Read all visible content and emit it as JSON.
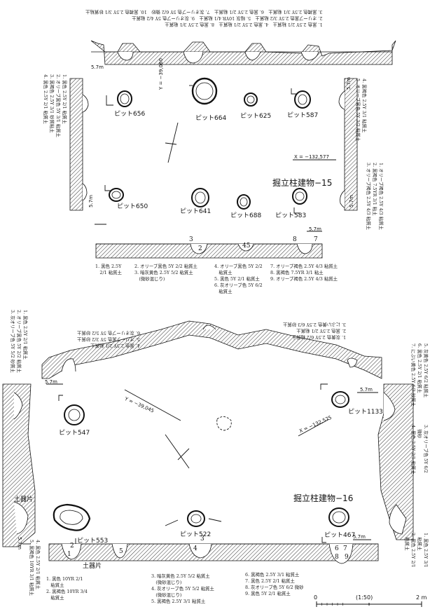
{
  "figure": {
    "building_15": {
      "title": "掘立柱建物−15",
      "pits": [
        "ピット656",
        "ピット664",
        "ピット625",
        "ピット587",
        "ピット650",
        "ピット641",
        "ピット688",
        "ピット583"
      ],
      "coord_y": "Y = −39,060",
      "coord_x": "X = −132,577",
      "elevations": [
        "5.7m",
        "5.7m",
        "5.7m",
        "5.7m",
        "5.7m"
      ],
      "top_notes": "1. 黒色 2.5Y 2/1 粘質土　4. 黒色 2.5Y 2/1 粘質土　8. 黒色 2.5Y 3/1 粘質土\n2. オリーブ黒色 2.5Y 3/2 粘質土　5. 暗灰 10YR 4/1 粘質土　9. 灰オリーブ色 5Y 4/2 粘質土\n3. 黒褐色 2.5Y 3/1 粘質土　6. 黒色 2.5Y 2/1 粘質土　7. 灰オリーブ色 5Y 6/2 微砂　10. 黒褐色 2.5Y 3/1 砂質粘土",
      "left_notes": "1. 黒色 2.5Y 2/1 粘質土\n2. オリーブ黒色 5Y 3/1 粘質土\n3. 黒褐色 2.5Y 3/1 砂質粘土\n4. 黒色 2.5Y 2/1 粘質土",
      "right_notes_top": "4. 黒褐色 2.5Y 3/1 粘質土\n5. オリーブ黒色 5Y 3/2 粘質土",
      "right_notes_bottom": "1. オリーブ褐色 2.5Y 4/3 粘質土\n2. 黒褐色 7.5YR 3/1 粘土\n3. オリーブ褐色 2.5Y 4/3 粘質土",
      "section_numbers": [
        "3",
        "2",
        "45",
        "8",
        "7"
      ],
      "bottom_notes": [
        "1. 黒色 2.5Y\n　2/1 粘質土",
        "2. オリーブ黒色 5Y 2/2 粘質土\n3. 暗灰黄色 2.5Y 5/2 粘質土\n　(微砂混じり)",
        "4. オリーブ黒色 5Y 2/2\n　粘質土\n5. 黒色 5Y 2/1 粘質土\n6. 灰オリーブ色 5Y 6/2\n　粘質土",
        "7. オリーブ褐色 2.5Y 4/3 粘質土\n8. 黒褐色 7.5YR 3/1 粘土\n9. オリーブ褐色 2.5Y 4/3 粘質土"
      ]
    },
    "building_16": {
      "title": "掘立柱建物−16",
      "pits": [
        "ピット547",
        "ピット1133",
        "ピット553",
        "ピット522",
        "ピット467"
      ],
      "coord_y": "Y = −39,045",
      "coord_x": "X = −132,575",
      "elevations": [
        "5.7m",
        "5.7m",
        "5.7m",
        "5.7m"
      ],
      "annotations": [
        "土器片",
        "土器片"
      ],
      "top_notes": "1. 灰黄色 2.5Y 6/2 粘質土\n2. 黒色 2.5Y 2/1 粘質土\n3. にぶい黄色 2.5Y 6/3 砂質土",
      "top_left_notes": "4. 黒色 2.5Y 2/1 粘質土\n5. オリーブ黒色 5Y 3/2 砂質土\n6. 灰オリーブ色 5Y 5/2 砂質土",
      "left_notes": "1. 黒色 2.5Y 2/1 粘質土\n2. オリーブ黒色 5Y 2/2 粘質土\n3. 灰オリーブ色 5Y 5/2 砂質土",
      "left_bottom_notes": "4. 黒色 2.5Y 2/1 粘質土\n5. 黒褐色 10YR 3/1 粘質土",
      "right_notes": "5. 灰黄色 2.5Y 6/2 粘質土\n6. 黒色 2.5Y 2/1 粘質土\n7. にぶい黄色 2.5Y 6/3 砂質土",
      "right_mid_notes": "3. 灰オリーブ色 5Y 6/2\n　微砂\n4. 黒色 2.5Y 2/1 粘質土",
      "right_bottom_notes": "1. 黒色 2.5Y 3/1\n　粘質土\n2. 黒色 2.5Y 2/1\n　粘質土",
      "section_numbers": [
        "1",
        "2",
        "3",
        "4",
        "5",
        "6",
        "7",
        "8",
        "9"
      ],
      "bottom_notes": [
        "1. 黒色 10YR 2/1\n　粘質土\n2. 黒褐色 10YR 3/4\n　粘質土",
        "3. 暗灰黄色 2.5Y 5/2 粘質土\n　(微砂混じり)\n4. 灰オリーブ色 5Y 5/2 粘質土\n　(微砂混じり)\n5. 黒褐色 2.5Y 3/1 粘質土",
        "6. 黒褐色 2.5Y 3/1 粘質土\n7. 黒色 2.5Y 2/1 粘質土\n8. 灰オリーブ色 5Y 6/2 微砂\n9. 黒色 5Y 2/1 粘質土"
      ]
    },
    "scale": {
      "start": "0",
      "ratio": "(1:50)",
      "end": "2 m"
    }
  }
}
